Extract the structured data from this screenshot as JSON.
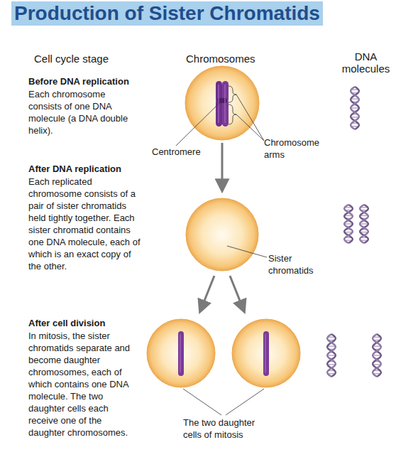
{
  "diagram": {
    "title": "Production of Sister Chromatids",
    "labels": [
      "Cell cycle stage",
      "Chromosomes",
      "DNA molecules",
      "Before DNA replication",
      "Each chromosome consists of one DNA molecule (a DNA double helix).",
      "Centromere",
      "Chromosome arms",
      "After DNA replication",
      "Each replicated chromosome consists of a pair of sister chromatids held tightly together. Each sister chromatid contains one DNA molecule, each of which is an exact copy of the other.",
      "Sister chromatids",
      "After cell division",
      "In mitosis, the sister chromatids separate and become daughter chromosomes, each of which contains one DNA molecule. The two daughter cells each receive one of the daughter chromosomes.",
      "The two daughter cells of mitosis"
    ]
  }
}
